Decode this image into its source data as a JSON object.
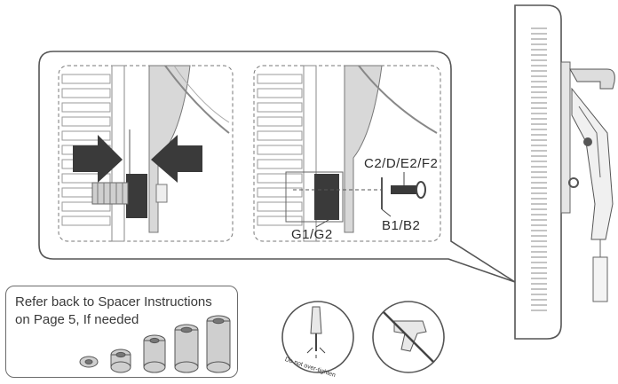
{
  "labels": {
    "screw_parts": "C2/D/E2/F2",
    "washer_parts": "B1/B2",
    "spacer_parts": "G1/G2"
  },
  "spacer_note": {
    "line1": "Refer back to Spacer Instructions",
    "line2": "on Page 5, If needed"
  },
  "warning": {
    "text": "Do not over-tighten"
  }
}
